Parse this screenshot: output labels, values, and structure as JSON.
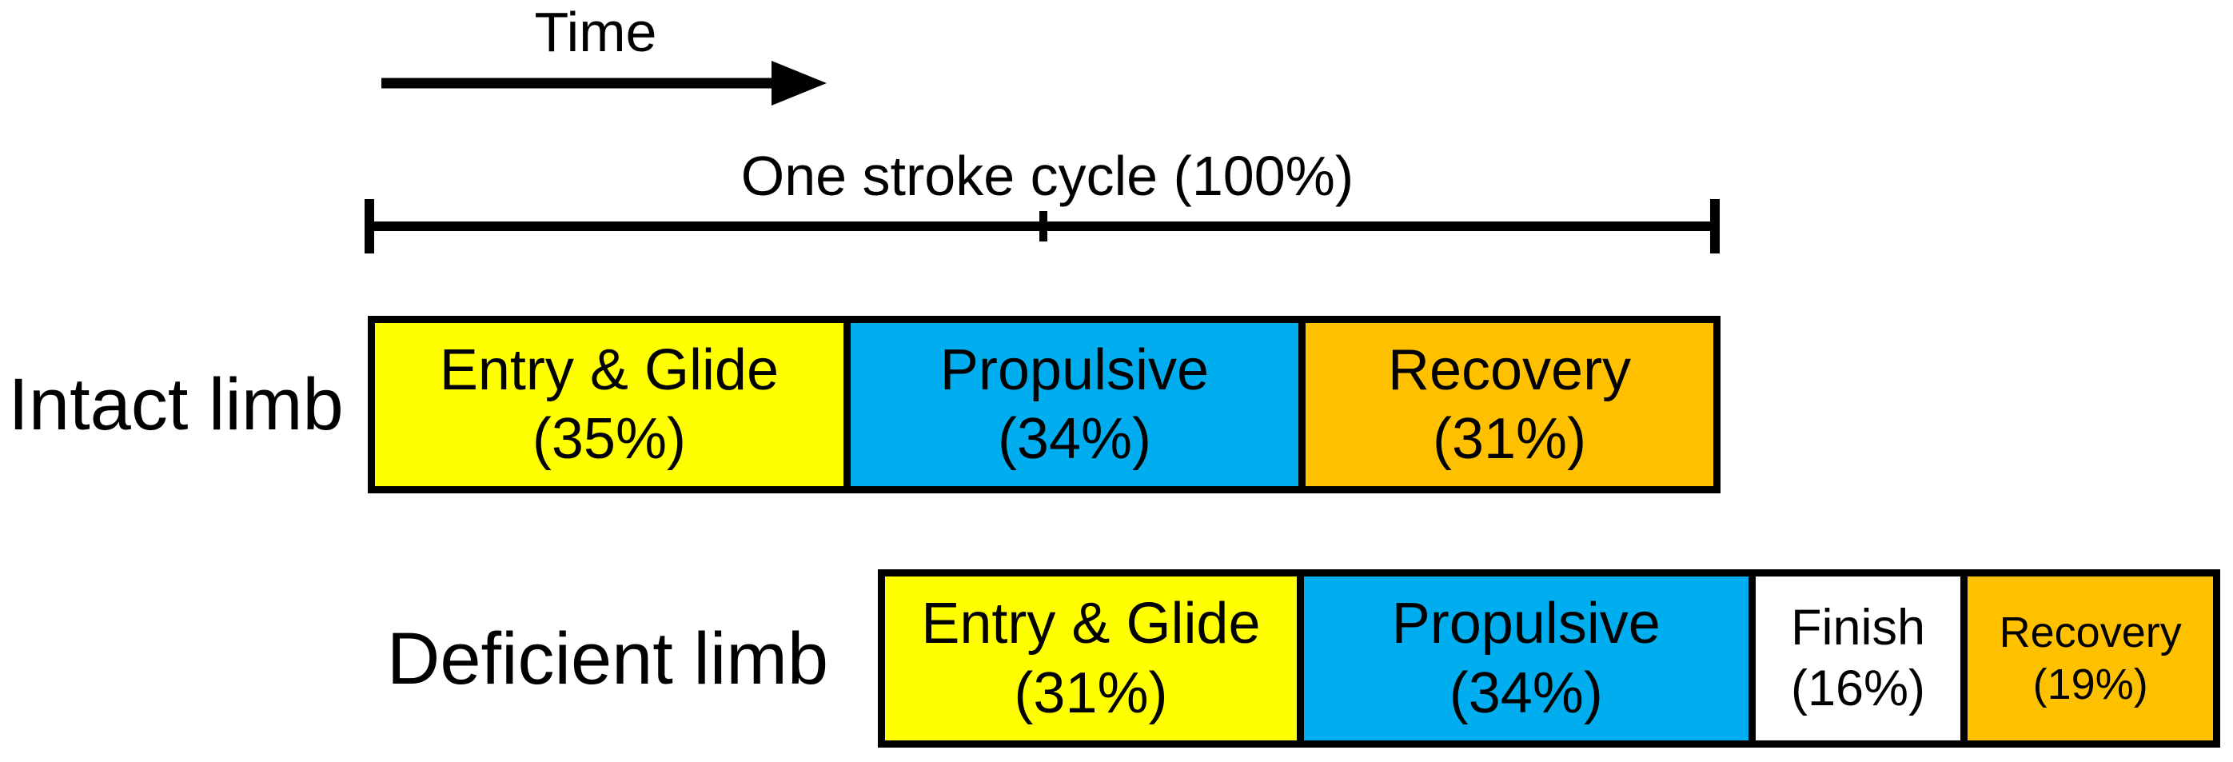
{
  "annotations": {
    "time_label": "Time",
    "cycle_label": "One stroke cycle (100%)"
  },
  "colors": {
    "yellow": "#FFFF00",
    "blue": "#00AEEF",
    "orange": "#FFC000",
    "white": "#FFFFFF",
    "line_black": "#000000"
  },
  "chart_data": {
    "type": "bar",
    "subtype": "horizontal-stacked-timeline",
    "unit": "% of one stroke cycle",
    "axis": {
      "label": "Time",
      "total_label": "One stroke cycle (100%)",
      "midpoint_tick_pct": 50
    },
    "rows": [
      {
        "label": "Intact limb",
        "segments": [
          {
            "phase": "Entry & Glide",
            "pct": 35,
            "pct_label": "(35%)",
            "color_key": "yellow"
          },
          {
            "phase": "Propulsive",
            "pct": 34,
            "pct_label": "(34%)",
            "color_key": "blue"
          },
          {
            "phase": "Recovery",
            "pct": 31,
            "pct_label": "(31%)",
            "color_key": "orange"
          }
        ]
      },
      {
        "label": "Deficient limb",
        "segments": [
          {
            "phase": "Entry & Glide",
            "pct": 31,
            "pct_label": "(31%)",
            "color_key": "yellow"
          },
          {
            "phase": "Propulsive",
            "pct": 34,
            "pct_label": "(34%)",
            "color_key": "blue"
          },
          {
            "phase": "Finish",
            "pct": 16,
            "pct_label": "(16%)",
            "color_key": "white"
          },
          {
            "phase": "Recovery",
            "pct": 19,
            "pct_label": "(19%)",
            "color_key": "orange"
          }
        ]
      }
    ]
  }
}
